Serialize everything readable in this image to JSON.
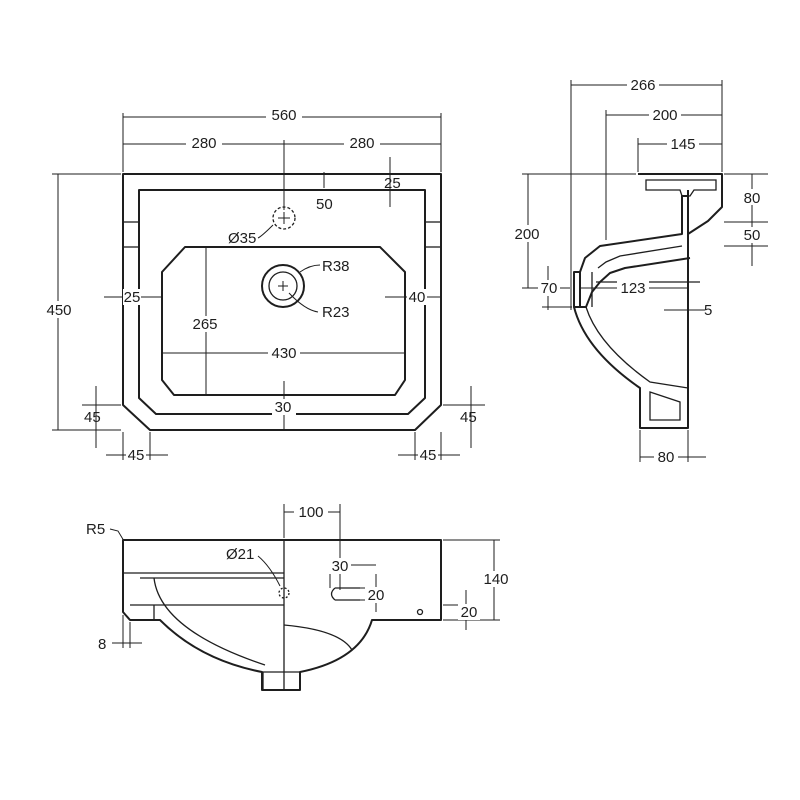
{
  "top_view": {
    "overall_width": "560",
    "half_left": "280",
    "half_right": "280",
    "overall_depth": "450",
    "rim_back": "25",
    "tap_hole_offset": "50",
    "tap_hole_dia": "Ø35",
    "waste_outer_radius": "R38",
    "waste_inner_radius": "R23",
    "bowl_side_left": "25",
    "bowl_side_right": "40",
    "bowl_depth": "265",
    "bowl_width": "430",
    "bowl_front": "30",
    "chamfer_left_v": "45",
    "chamfer_right_v": "45",
    "chamfer_left_h": "45",
    "chamfer_right_h": "45"
  },
  "side_view": {
    "overall_projection": "266",
    "projection_200": "200",
    "projection_145": "145",
    "rim_height": "80",
    "height_200": "200",
    "offset_50": "50",
    "outlet_height": "70",
    "outlet_depth": "123",
    "wall_gap": "5",
    "base_width": "80"
  },
  "front_view": {
    "corner_radius": "R5",
    "overflow_offset": "100",
    "overflow_dia": "Ø21",
    "slot_width": "30",
    "slot_height": "20",
    "overall_height": "140",
    "fixing_height": "20",
    "lip": "8"
  }
}
